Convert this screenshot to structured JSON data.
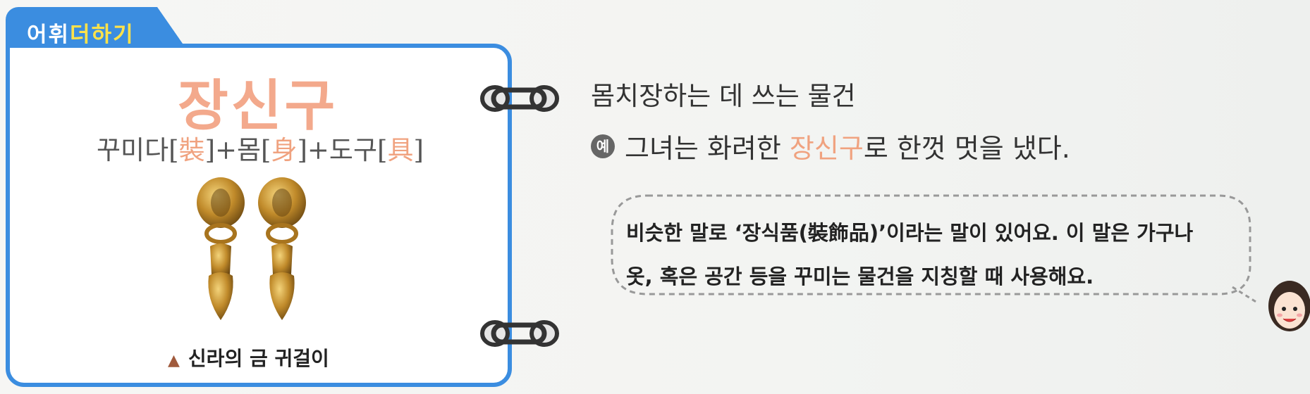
{
  "tab": {
    "label_part1": "어휘",
    "label_part2": "더하기"
  },
  "card": {
    "term": "장신구",
    "etymology": [
      {
        "text": "꾸미다",
        "hanja": "裝"
      },
      {
        "text": "+몸",
        "hanja": "身"
      },
      {
        "text": "+도구",
        "hanja": "具"
      }
    ],
    "caption_marker": "▲",
    "caption": "신라의 금 귀걸이"
  },
  "definition": "몸치장하는 데 쓰는 물건",
  "example": {
    "badge": "예",
    "before": "그녀는 화려한 ",
    "highlight": "장신구",
    "after": "로 한껏 멋을 냈다."
  },
  "note": {
    "line1": "비슷한 말로 ‘장식품(裝飾品)’이라는 말이 있어요. 이 말은 가구나",
    "line2": "옷, 혹은 공간 등을 꾸미는 물건을 지칭할 때 사용해요."
  },
  "colors": {
    "accent_blue": "#3b8de0",
    "highlight_peach": "#f0a27f",
    "tab_yellow": "#ffe24a"
  }
}
